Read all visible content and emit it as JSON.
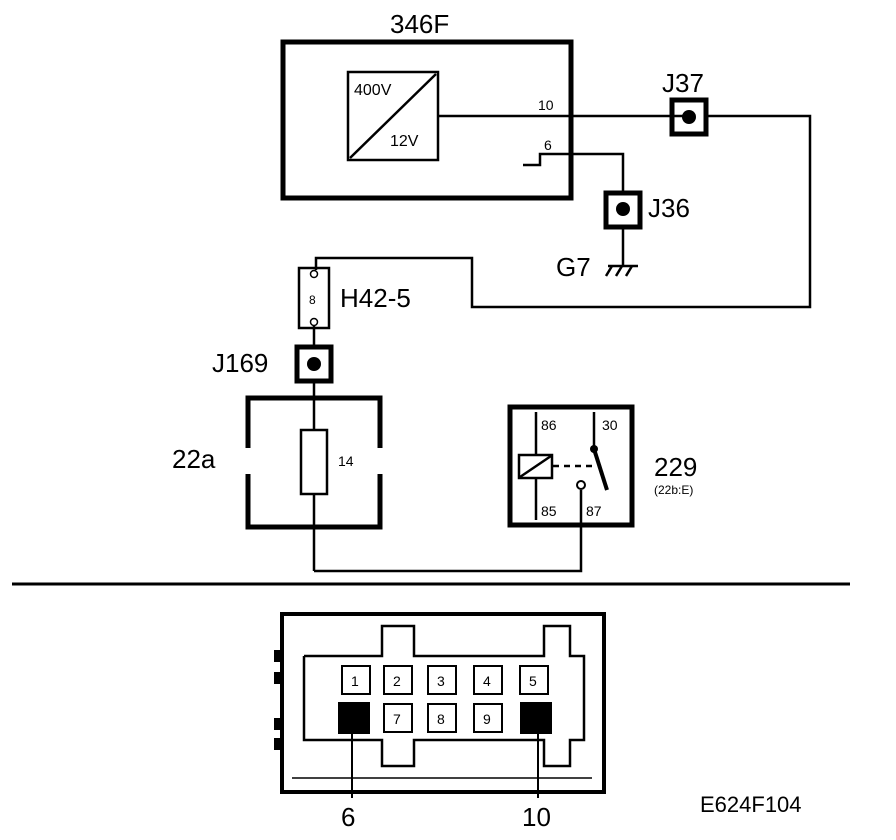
{
  "diagram": {
    "converter_id": "346F",
    "converter_in": "400V",
    "converter_out": "12V",
    "pin_10": "10",
    "pin_6": "6",
    "splice_j37": "J37",
    "splice_j36": "J36",
    "ground_g7": "G7",
    "connector_h42": "H42-5",
    "connector_h42_pin": "8",
    "splice_j169": "J169",
    "fusebox_22a": "22a",
    "fuse_14": "14",
    "relay_229": "229",
    "relay_229_ref": "(22b:E)",
    "relay_pin_86": "86",
    "relay_pin_30": "30",
    "relay_pin_85": "85",
    "relay_pin_87": "87"
  },
  "connector_view": {
    "pins_top": [
      "1",
      "2",
      "3",
      "4",
      "5"
    ],
    "pins_bottom": [
      "7",
      "8",
      "9"
    ],
    "callout_left": "6",
    "callout_right": "10"
  },
  "figure_code": "E624F104"
}
